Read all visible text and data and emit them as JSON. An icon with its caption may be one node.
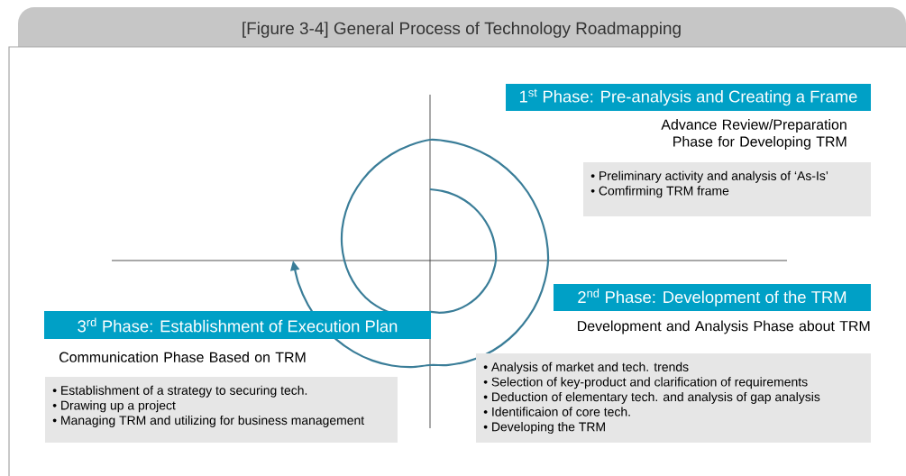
{
  "diagram": {
    "title": "[Figure 3-4] General Process of Technology Roadmapping",
    "nodes": [
      {
        "text": [
          "1$^{st}$ Phase: Pre-analysis and Creating a Frame"
        ],
        "beside": [
          "Advance Review/Preparation Phase for Developing TRM"
        ]
      },
      {
        "text": [
          "• Preliminary activity and analysis of ‘As-Is’",
          "• Comfirming TRM frame"
        ]
      },
      {
        "text": [
          "2$^{nd}$ Phase: Development of the TRM"
        ],
        "beside": [
          "Development and Analysis Phase about TRM"
        ]
      },
      {
        "text": [
          "• Analysis of market and tech. trends",
          "• Selection of key-product and clarification of requirements",
          "• Deduction of elementary tech. and analysis of gap analysis",
          "• Identificaion of core tech.",
          "• Developing the TRM"
        ]
      },
      {
        "text": [
          "3$^{rd}$ Phase: Establishment of Execution Plan"
        ],
        "beside": [
          "Communication Phase Based on TRM"
        ]
      },
      {
        "text": [
          "• Establishment of a strategy to securing tech.",
          "• Drawing up a project",
          "• Managing TRM and utilizing for business management"
        ]
      }
    ]
  }
}
